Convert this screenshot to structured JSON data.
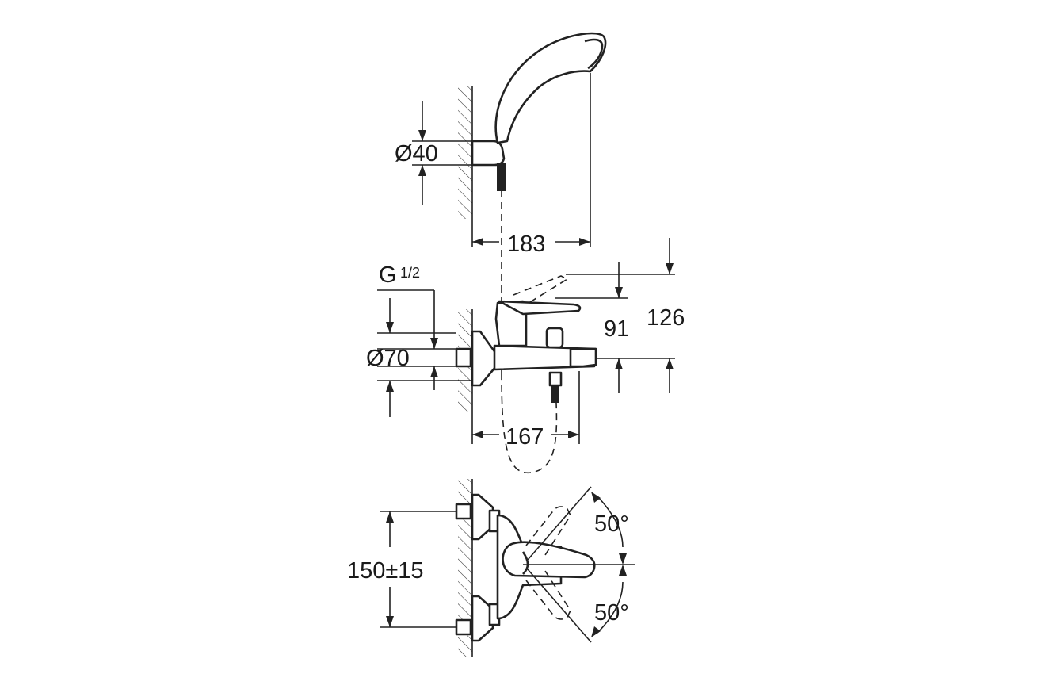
{
  "labels": {
    "diam_holder": "Ø40",
    "dim_183": "183",
    "thread": "G",
    "thread_fraction": "1/2",
    "dim_91": "91",
    "dim_126": "126",
    "diam_rosette": "Ø70",
    "dim_167": "167",
    "dim_150": "150±15",
    "angle_upper": "50°",
    "angle_lower": "50°"
  }
}
